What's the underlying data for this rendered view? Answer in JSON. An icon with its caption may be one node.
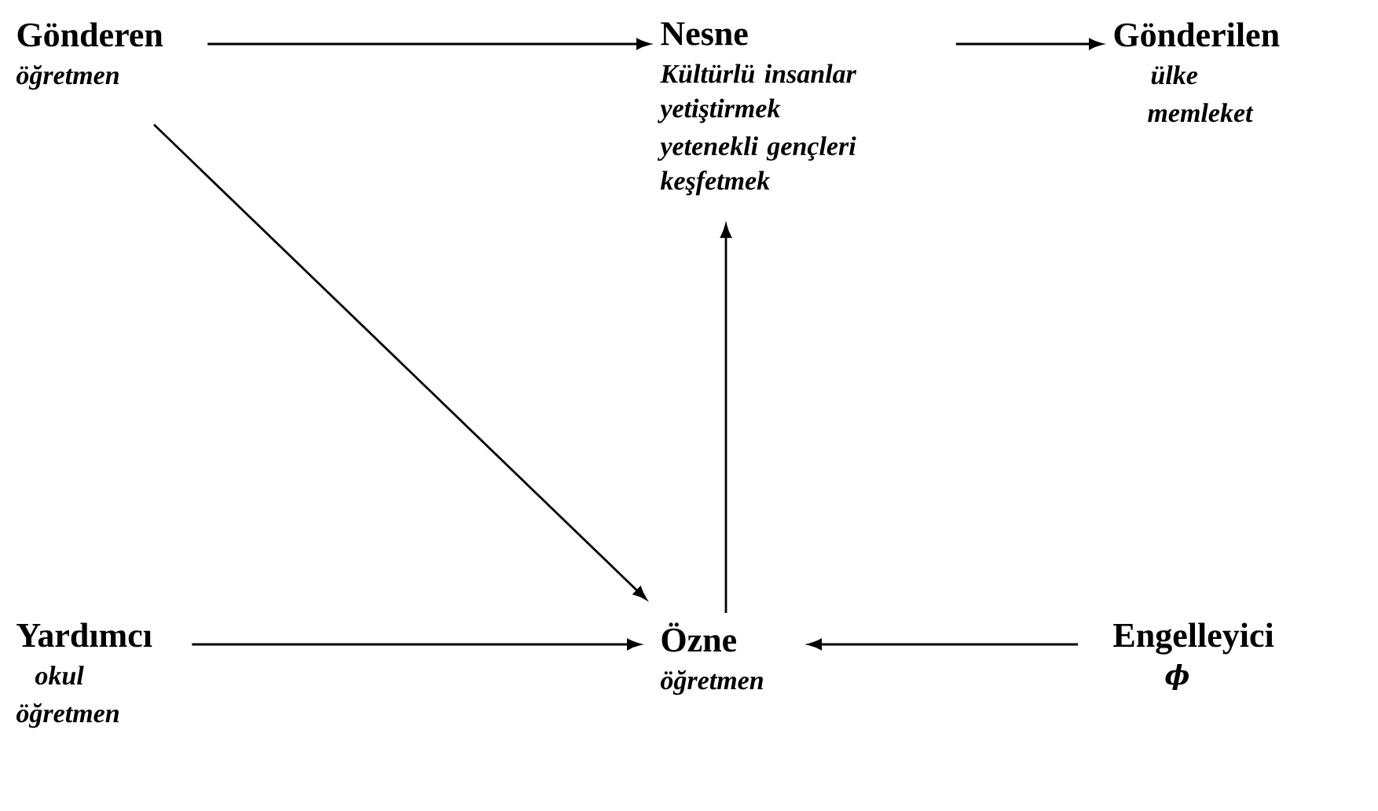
{
  "diagram": {
    "nodes": [
      {
        "text": [
          "Gönderen",
          "öğretmen"
        ]
      },
      {
        "text": [
          "Nesne",
          "Kültürlü insanlar yetiştirmek",
          "yetenekli gençleri keşfetmek"
        ]
      },
      {
        "text": [
          "Gönderilen",
          "ülke",
          "memleket"
        ]
      },
      {
        "text": [
          "Yardımcı",
          "okul",
          "öğretmen"
        ]
      },
      {
        "text": [
          "Özne",
          "öğretmen"
        ]
      },
      {
        "text": [
          "Engelleyici",
          "ϕ"
        ]
      }
    ],
    "edges": [
      {
        "from": 0,
        "to": 1,
        "arrow": "to"
      },
      {
        "from": 1,
        "to": 2,
        "arrow": "to"
      },
      {
        "from": 0,
        "to": 4,
        "arrow": "to"
      },
      {
        "from": 4,
        "to": 1,
        "arrow": "to"
      },
      {
        "from": 3,
        "to": 4,
        "arrow": "to"
      },
      {
        "from": 5,
        "to": 4,
        "arrow": "to"
      }
    ]
  }
}
